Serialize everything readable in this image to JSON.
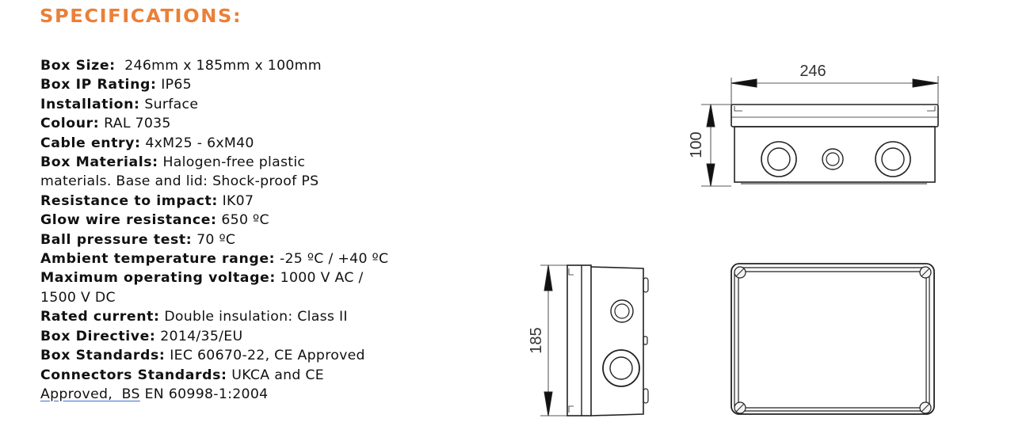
{
  "title": "SPECIFICATIONS:",
  "specs": [
    {
      "label": "Box Size:",
      "value": "  246mm x 185mm x 100mm"
    },
    {
      "label": "Box IP Rating:",
      "value": " IP65"
    },
    {
      "label": "Installation:",
      "value": " Surface"
    },
    {
      "label": "Colour:",
      "value": " RAL 7035"
    },
    {
      "label": "Cable entry:",
      "value": " 4xM25 - 6xM40"
    },
    {
      "label": "Box Materials:",
      "value": " Halogen-free plastic",
      "cont": "materials. Base and lid: Shock-proof PS"
    },
    {
      "label": "Resistance to impact:",
      "value": " IK07"
    },
    {
      "label": "Glow wire resistance:",
      "value": " 650 ºC"
    },
    {
      "label": "Ball pressure test:",
      "value": " 70 ºC"
    },
    {
      "label": "Ambient temperature range:",
      "value": " -25 ºC / +40 ºC"
    },
    {
      "label": "Maximum operating voltage:",
      "value": " 1000 V AC /",
      "cont": "1500 V DC"
    },
    {
      "label": "Rated current:",
      "value": " Double insulation: Class II"
    },
    {
      "label": "Box Directive:",
      "value": " 2014/35/EU"
    },
    {
      "label": "Box Standards:",
      "value": " IEC 60670-22, CE Approved"
    },
    {
      "label": "Connectors Standards:",
      "value": " UKCA and CE",
      "cont_underlined": "Approved,  BS",
      "cont": " EN 60998-1:2004"
    }
  ],
  "diagram": {
    "width_label": "246",
    "height_label": "100",
    "depth_label": "185"
  },
  "colors": {
    "accent": "#ec7f37",
    "link_underline": "#3b6fd1"
  }
}
